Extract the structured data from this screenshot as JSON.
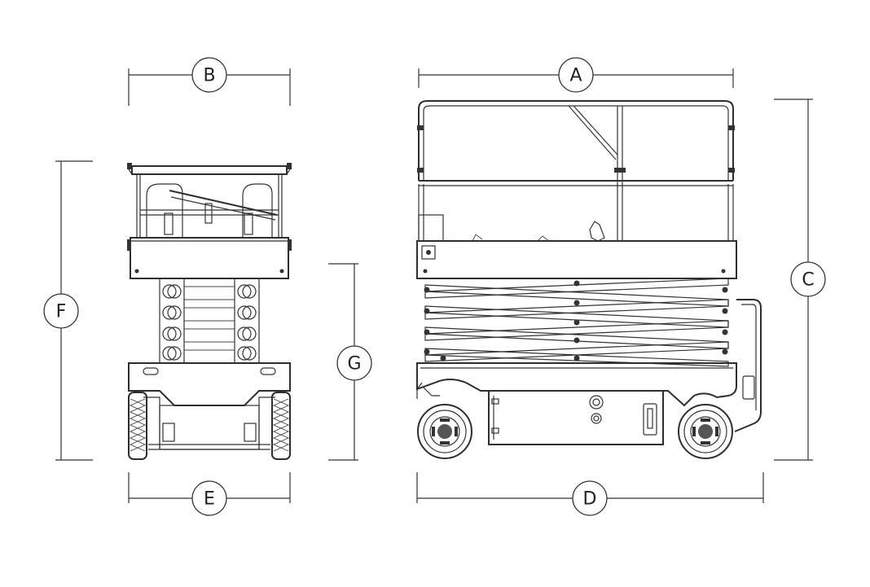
{
  "dimension_labels": {
    "A": "A",
    "B": "B",
    "C": "C",
    "D": "D",
    "E": "E",
    "F": "F",
    "G": "G"
  },
  "colors": {
    "line": "#333333",
    "background": "#ffffff"
  }
}
